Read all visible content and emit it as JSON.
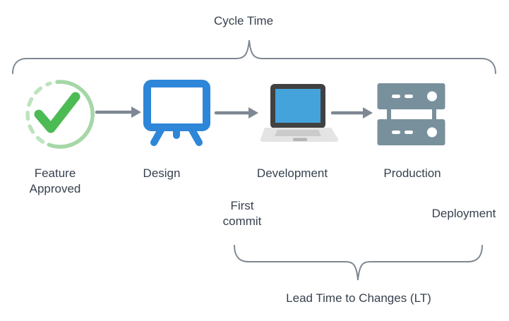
{
  "labels": {
    "cycle_time": "Cycle Time",
    "lead_time": "Lead Time to Changes (LT)",
    "first_commit_lines": [
      "First",
      "commit"
    ],
    "deployment": "Deployment"
  },
  "stages": [
    {
      "name": "Feature Approved",
      "label_lines": [
        "Feature",
        "Approved"
      ],
      "icon": "check-circle-icon"
    },
    {
      "name": "Design",
      "label_lines": [
        "Design"
      ],
      "icon": "easel-icon"
    },
    {
      "name": "Development",
      "label_lines": [
        "Development"
      ],
      "icon": "laptop-icon"
    },
    {
      "name": "Production",
      "label_lines": [
        "Production"
      ],
      "icon": "server-icon"
    }
  ],
  "colors": {
    "text": "#37414E",
    "line_gray": "#7E8893",
    "check_green": "#4CBB54",
    "circle_green_solid": "#A5D7A7",
    "circle_green_dashed": "#BEE3BF",
    "easel_blue": "#2E86D8",
    "laptop_frame": "#414141",
    "laptop_screen_blue": "#45A3DC",
    "laptop_base": "#E4E4E4",
    "laptop_keyboard": "#CBCBCB",
    "server_gray_blue": "#78909C",
    "background": "#FFFFFF"
  }
}
